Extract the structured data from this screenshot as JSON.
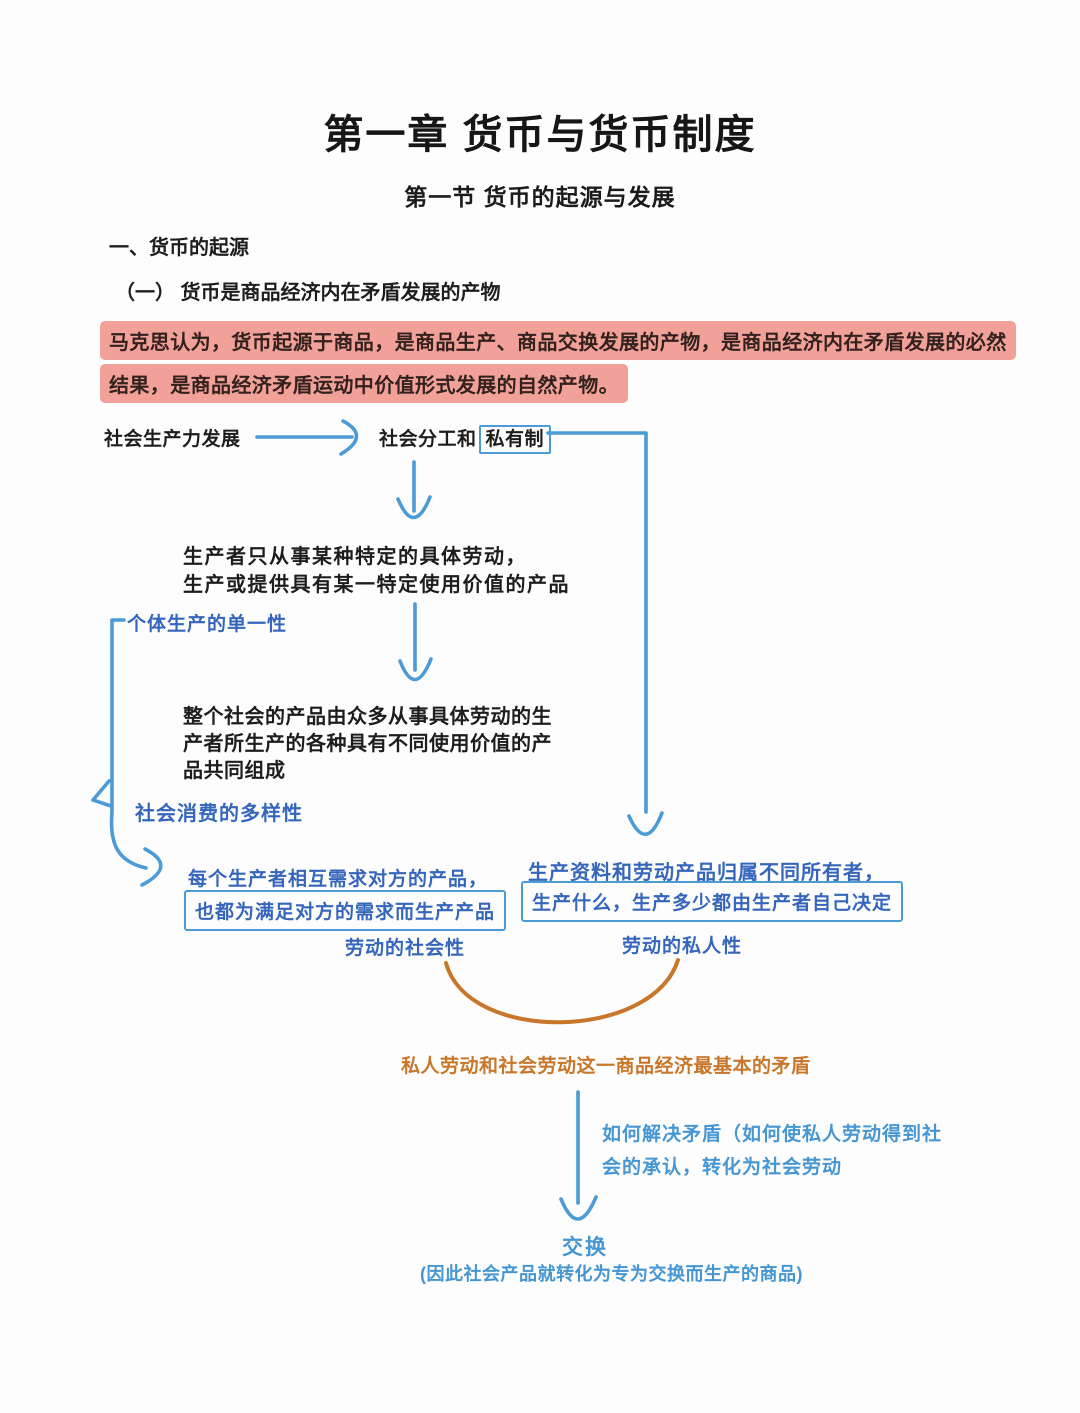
{
  "page": {
    "title": "第一章 货币与货币制度",
    "subtitle": "第一节 货币的起源与发展",
    "section": "一、货币的起源",
    "subsection": "（一） 货币是商品经济内在矛盾发展的产物",
    "highlight": {
      "line1": "马克思认为，货币起源于商品，是商品生产、商品交换发展的产物，是商品经济内在矛盾发展的必然",
      "line2": "结果，是商品经济矛盾运动中价值形式发展的自然产物。"
    }
  },
  "flowchart": {
    "node_productivity": "社会生产力发展",
    "node_division_prefix": "社会分工和",
    "node_private_ownership": "私有制",
    "block_producer": {
      "line1": "生产者只从事某种特定的具体劳动，",
      "line2": "生产或提供具有某一特定使用价值的产品"
    },
    "label_individual": "个体生产的单一性",
    "block_society": {
      "line1": "整个社会的产品由众多从事具体劳动的生",
      "line2": "产者所生产的各种具有不同使用价值的产",
      "line3": "品共同组成"
    },
    "label_consumption": "社会消费的多样性",
    "left_result": {
      "line1": "每个生产者相互需求对方的产品，",
      "line2": "也都为满足对方的需求而生产产品"
    },
    "label_social": "劳动的社会性",
    "right_result": {
      "line1": "生产资料和劳动产品归属不同所有者，",
      "line2": "生产什么，生产多少都由生产者自己决定"
    },
    "label_private": "劳动的私人性",
    "contradiction": "私人劳动和社会劳动这一商品经济最基本的矛盾",
    "resolve": {
      "line1": "如何解决矛盾（如何使私人劳动得到社",
      "line2": "会的承认，转化为社会劳动"
    },
    "exchange": "交换",
    "exchange_note": "(因此社会产品就转化为专为交换而生产的商品)"
  },
  "colors": {
    "arrow_blue": "#4b9bd6",
    "dark_blue_text": "#3566bb",
    "light_blue_text": "#4596d2",
    "orange": "#c8772a",
    "highlight_pink": "#f2a199"
  }
}
